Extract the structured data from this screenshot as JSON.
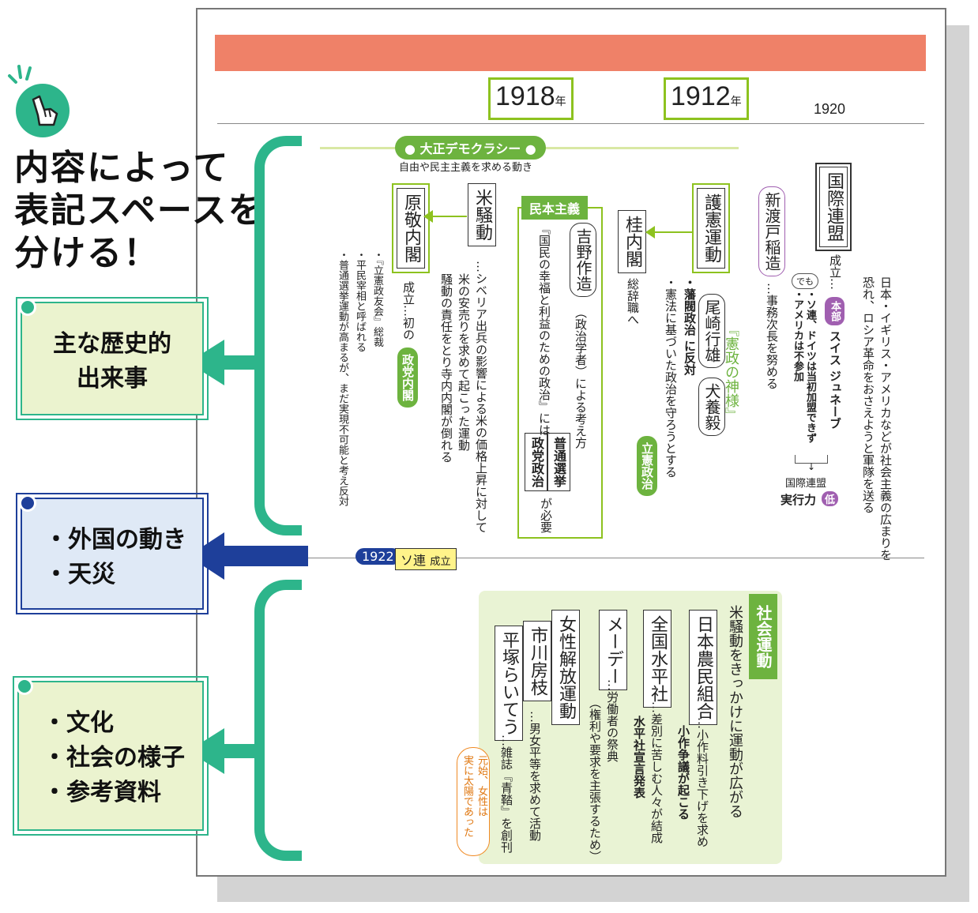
{
  "callout_title": [
    "内容によって",
    "表記スペースを",
    "分ける！"
  ],
  "callouts": {
    "history": {
      "lines": [
        "主な歴史的",
        "出来事"
      ]
    },
    "foreign": {
      "lines": [
        "・外国の動き",
        "・天災"
      ]
    },
    "culture": {
      "lines": [
        "・文化",
        "・社会の様子",
        "・参考資料"
      ]
    }
  },
  "years": {
    "y1918": {
      "num": "1918",
      "unit": "年"
    },
    "y1912": {
      "num": "1912",
      "unit": "年"
    },
    "y1920": "1920"
  },
  "taisho": {
    "banner": "● 大正デモクラシー ●",
    "caption": "自由や民主主義を求める動き"
  },
  "hara": {
    "name": "原敬内閣",
    "seiritsu": "成立…初の",
    "badge": "政党内閣",
    "note1": "・『立憲政友会』総裁",
    "note2": "・平民宰相と呼ばれる",
    "note3": "・普通選挙運動が高まるが、まだ実現不可能と考え反対"
  },
  "kome": {
    "name": "米騒動",
    "line1": "…シベリア出兵の影響による米の価格上昇に対して",
    "line2": "米の安売りを求めて起こった運動",
    "line3": "騒動の責任をとり寺内内閣が倒れる"
  },
  "minpon": {
    "banner": "民本主義",
    "name": "吉野作造",
    "desc": "（政治学者）による考え方",
    "desc2": "『国民の幸福と利益のための政治』には",
    "tag1": "普通選挙",
    "tag2": "政党政治",
    "suffix": "が必要"
  },
  "katsura": {
    "name": "桂内閣",
    "note": "総辞職へ"
  },
  "goken": {
    "name": "護憲運動",
    "lead1": "・藩閥政治 に反対",
    "lead2": "・憲法に基づいた政治を守ろうとする",
    "person1": "尾崎行雄",
    "person2": "犬養毅",
    "nickname": "『憲政の神様』",
    "badge": "立憲政治"
  },
  "nitobe": {
    "name": "新渡戸稲造",
    "note": "…事務次長を努める"
  },
  "league": {
    "name": "国際連盟",
    "seiritsu": "成立…",
    "hq_badge": "本部",
    "hq": "スイス ジュネーブ",
    "demo": "でも",
    "note1": "・ソ連、ドイツは当初加盟できず",
    "note2": "・アメリカは不参加",
    "result1": "国際連盟",
    "result2": "実行力",
    "low": "低",
    "intl1": "日本・イギリス・アメリカなどが社会主義の広まりを",
    "intl2": "恐れ、ロシア革命をおさえようと軍隊を送る"
  },
  "soviet": {
    "year": "1922",
    "name": "ソ連",
    "suffix": "成立"
  },
  "social": {
    "title": "社会運動",
    "lead": "米騒動をきっかけに運動が広がる",
    "items": [
      {
        "name": "日本農民組合",
        "desc": "…小作料引き下げを求め",
        "desc2": "小作争議が起こる"
      },
      {
        "name": "全国水平社",
        "desc": "…差別に苦しむ人々が結成",
        "desc2": "水平社宣言発表"
      },
      {
        "name": "メーデー",
        "desc": "…労働者の祭典",
        "desc2": "（権利や要求を主張するため）"
      },
      {
        "name": "女性解放運動",
        "desc": "",
        "desc2": ""
      },
      {
        "name": "市川房枝",
        "desc": "…男女平等を求めて活動",
        "desc2": ""
      },
      {
        "name": "平塚らいてう",
        "desc": "…雑誌『青鞜』を創刊",
        "desc2": ""
      }
    ],
    "quote1": "元始、女性は",
    "quote2": "実に太陽であった"
  },
  "colors": {
    "accent_green": "#8dc21f",
    "teal": "#2db58b",
    "navy": "#1e3f9a",
    "band": "#ef8168"
  }
}
